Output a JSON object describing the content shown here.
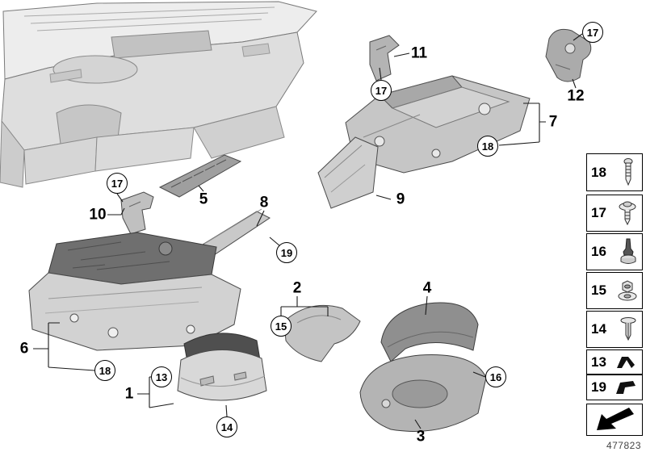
{
  "labels": {
    "p1": "1",
    "p2": "2",
    "p3": "3",
    "p4": "4",
    "p5": "5",
    "p6": "6",
    "p7": "7",
    "p8": "8",
    "p9": "9",
    "p10": "10",
    "p11": "11",
    "p12": "12"
  },
  "callouts": {
    "c13": "13",
    "c14": "14",
    "c15": "15",
    "c16": "16",
    "c17": "17",
    "c18": "18",
    "c19": "19"
  },
  "legend": {
    "items": [
      {
        "num": "18",
        "icon": "stud-pin-icon"
      },
      {
        "num": "17",
        "icon": "screw-washer-icon"
      },
      {
        "num": "16",
        "icon": "rubber-buffer-icon"
      },
      {
        "num": "15",
        "icon": "captive-nut-icon"
      },
      {
        "num": "14",
        "icon": "expansion-rivet-icon"
      },
      {
        "num": "13",
        "icon": "spring-clip-icon"
      },
      {
        "num": "19",
        "icon": "retaining-clip-icon"
      }
    ]
  },
  "footer": {
    "drawing_number": "477823",
    "direction_icon": "front-direction-arrow-icon"
  },
  "colors": {
    "line": "#4a4a4a",
    "part_light": "#d6d6d6",
    "part_mid": "#b8b8b8",
    "part_dark": "#6f6f6f",
    "callout_border": "#000000"
  }
}
